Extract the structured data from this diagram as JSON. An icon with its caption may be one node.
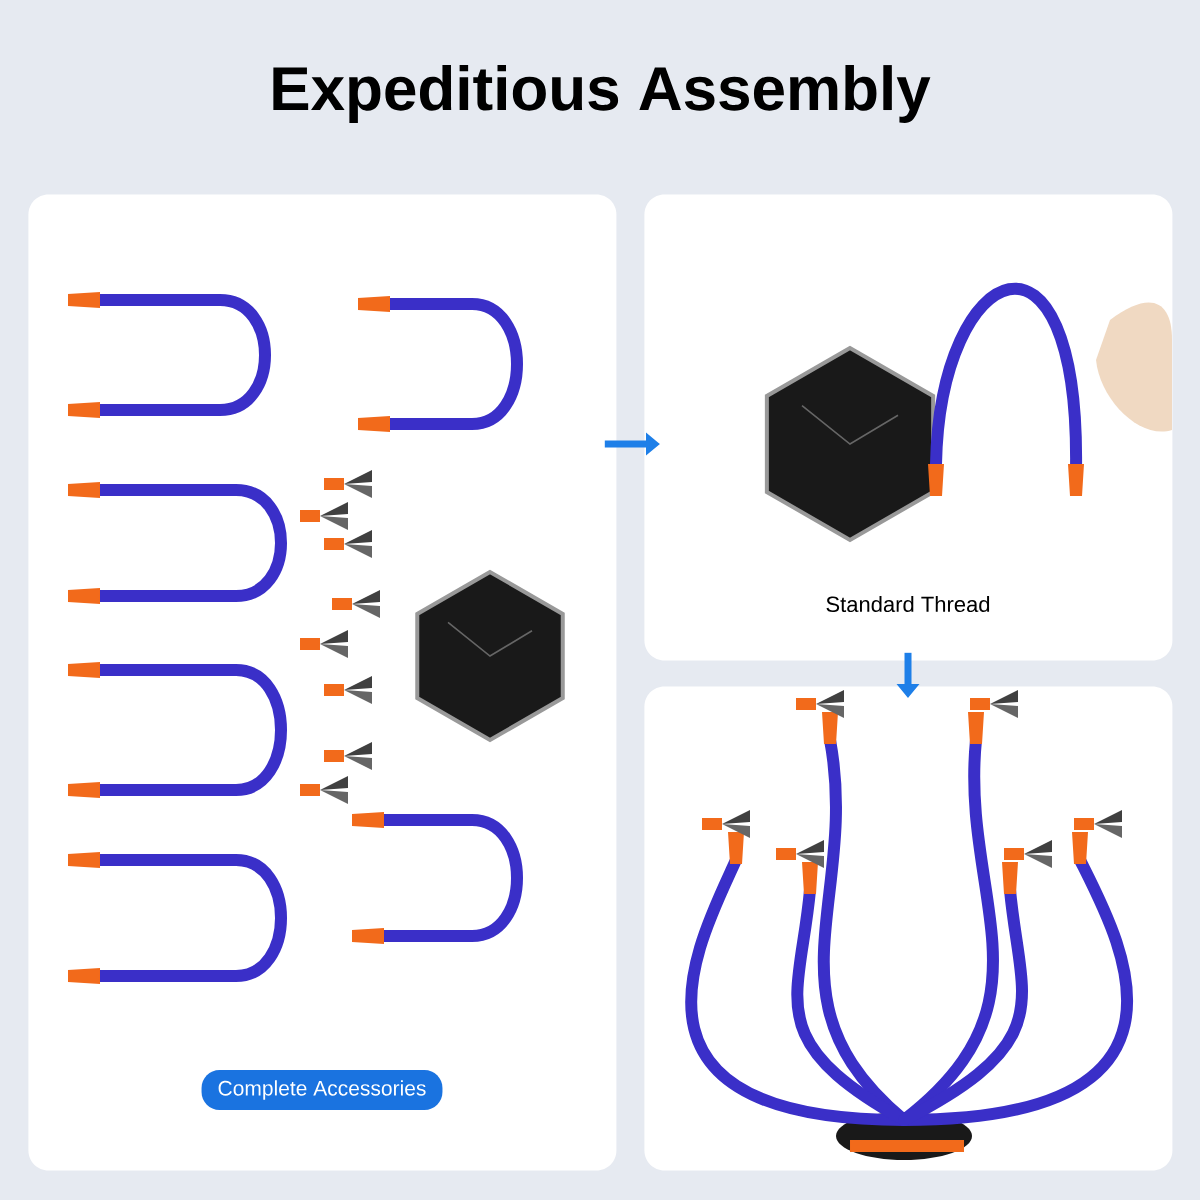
{
  "diagram": {
    "title": "Expeditious Assembly",
    "nodes": [
      {
        "text": [
          "Complete Accessories"
        ]
      },
      {
        "text": [
          "Standard Thread"
        ]
      },
      {
        "text": [],
        "shape": "picture"
      }
    ],
    "edges": [
      {
        "from": 0,
        "to": 1,
        "arrow": "to"
      },
      {
        "from": 1,
        "to": 2,
        "arrow": "to"
      }
    ]
  }
}
